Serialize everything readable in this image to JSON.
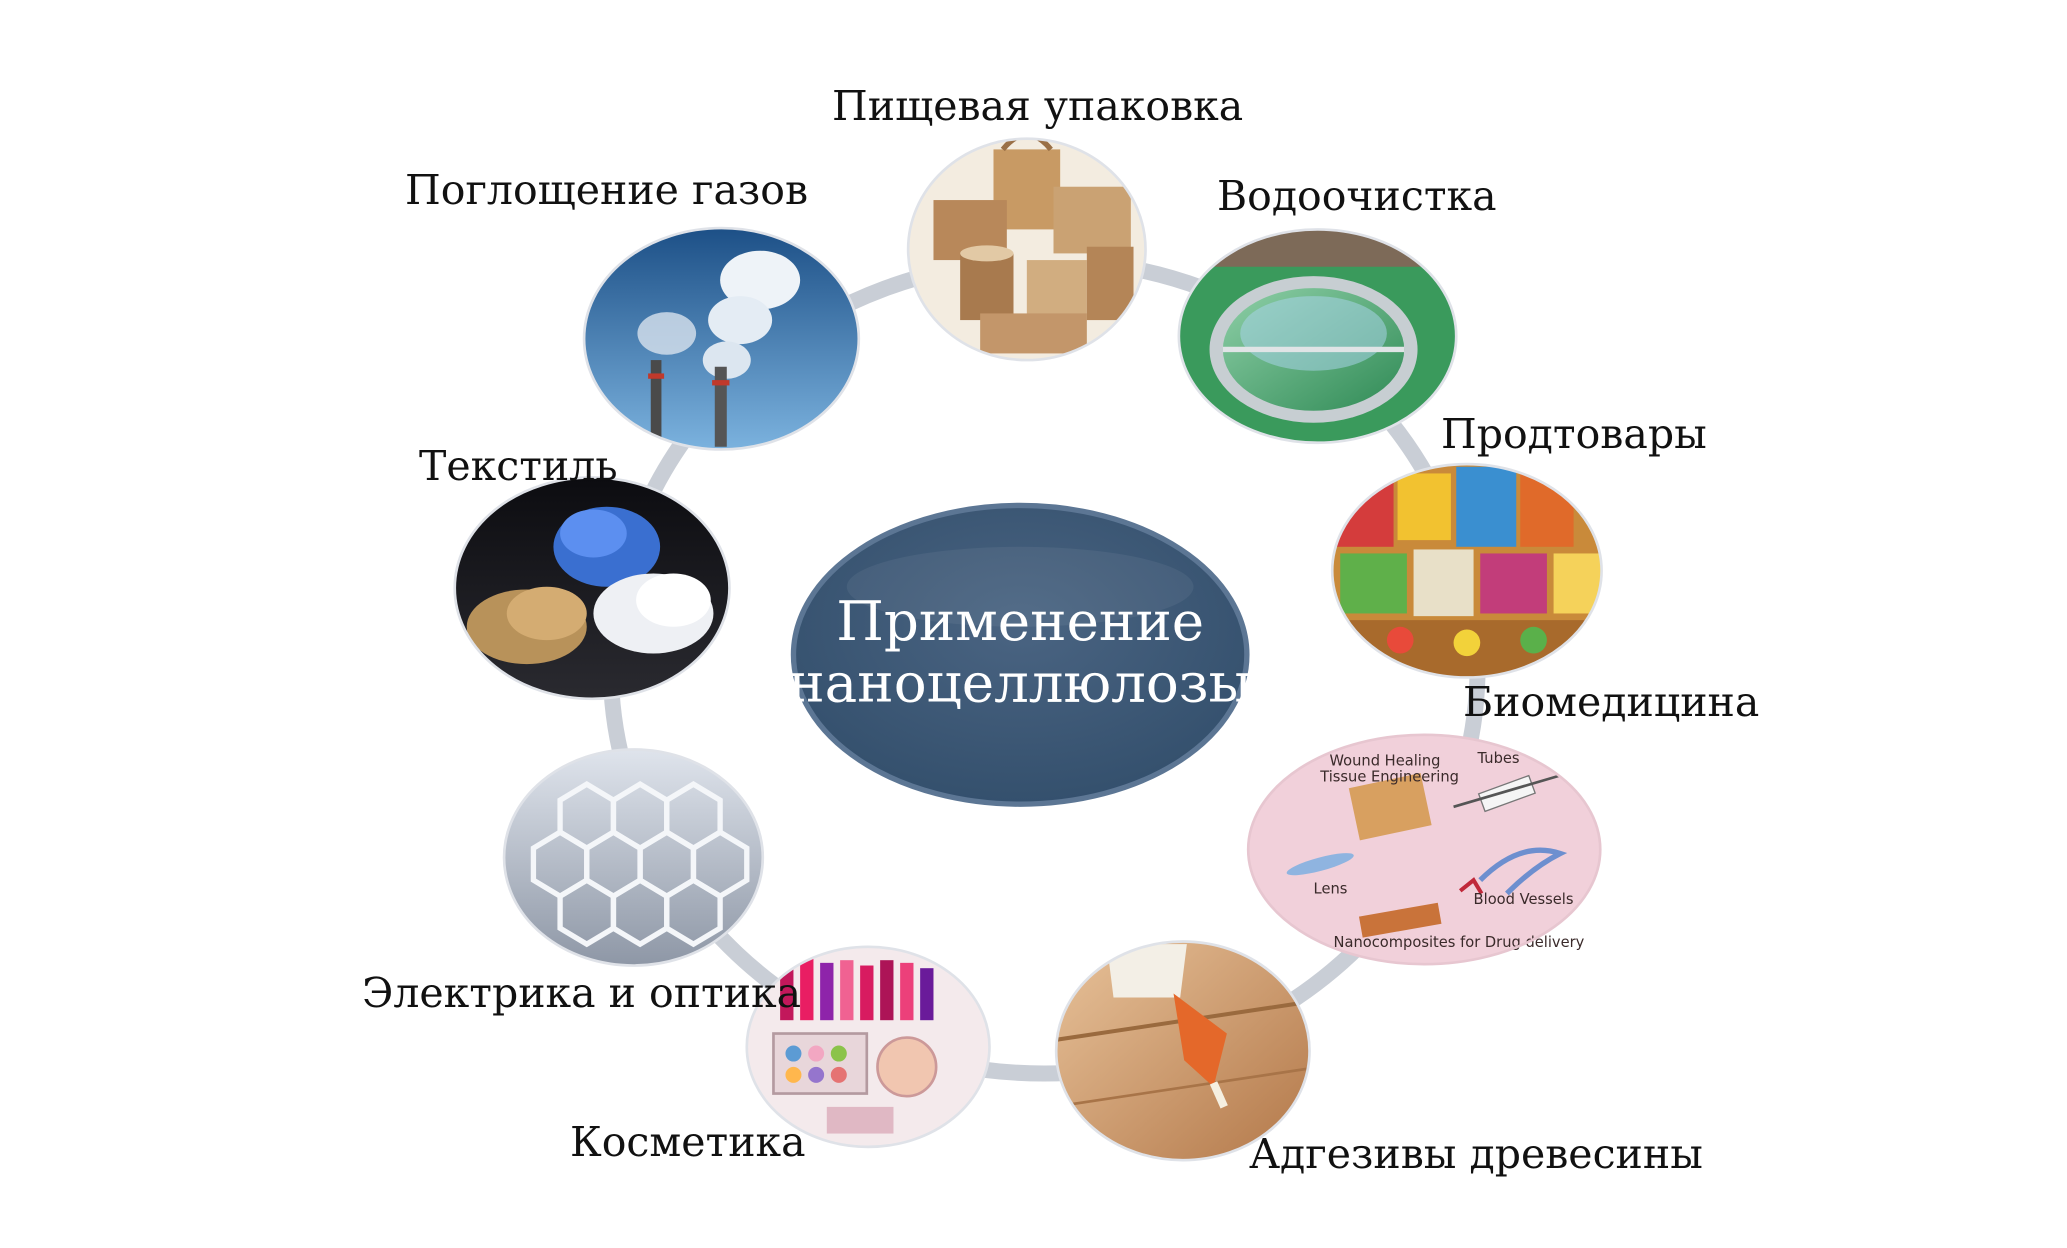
{
  "center": {
    "line1": "Применение",
    "line2": "наноцеллюлозы"
  },
  "applications": [
    {
      "key": "food_packaging",
      "label": "Пищевая упаковка",
      "icon": "paper-packaging-icon"
    },
    {
      "key": "water_treatment",
      "label": "Водоочистка",
      "icon": "water-treatment-plant-icon"
    },
    {
      "key": "foodstuffs",
      "label": "Продтовары",
      "icon": "groceries-icon"
    },
    {
      "key": "biomedicine",
      "label": "Биомедицина",
      "icon": "biomedical-applications-icon"
    },
    {
      "key": "wood_adhesives",
      "label": "Адгезивы древесины",
      "icon": "glue-on-wood-icon"
    },
    {
      "key": "cosmetics",
      "label": "Косметика",
      "icon": "cosmetics-set-icon"
    },
    {
      "key": "electrics_optics",
      "label": "Электрика и оптика",
      "icon": "hexagon-lattice-icon"
    },
    {
      "key": "textile",
      "label": "Текстиль",
      "icon": "fibers-icon"
    },
    {
      "key": "gas_absorption",
      "label": "Поглощение газов",
      "icon": "smokestack-icon"
    }
  ],
  "biomedicine_detail": {
    "wound": "Wound Healing",
    "tissue": "Tissue Engineering",
    "tubes": "Tubes",
    "lens": "Lens",
    "vessels": "Blood Vessels",
    "drug": "Nanocomposites for Drug delivery"
  },
  "colors": {
    "center_fill": "#3f5873",
    "ring": "#c9ced6"
  }
}
